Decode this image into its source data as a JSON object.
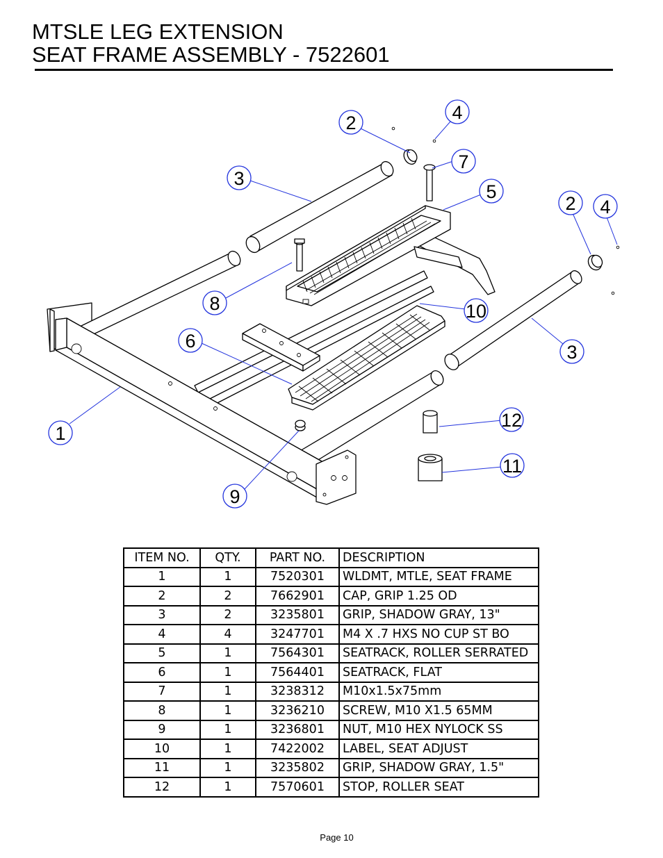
{
  "header": {
    "title_line1": "MTSLE LEG EXTENSION",
    "title_line2": "SEAT FRAME ASSEMBLY - 7522601"
  },
  "callouts": [
    "2",
    "4",
    "7",
    "3",
    "5",
    "2",
    "4",
    "8",
    "10",
    "6",
    "3",
    "12",
    "1",
    "11",
    "9"
  ],
  "bom": {
    "headers": [
      "ITEM NO.",
      "QTY.",
      "PART NO.",
      "DESCRIPTION"
    ],
    "rows": [
      [
        "1",
        "1",
        "7520301",
        "WLDMT, MTLE, SEAT FRAME"
      ],
      [
        "2",
        "2",
        "7662901",
        "CAP, GRIP 1.25 OD"
      ],
      [
        "3",
        "2",
        "3235801",
        "GRIP, SHADOW GRAY, 13\""
      ],
      [
        "4",
        "4",
        "3247701",
        "M4 X .7 HXS NO CUP ST BO"
      ],
      [
        "5",
        "1",
        "7564301",
        "SEATRACK, ROLLER SERRATED"
      ],
      [
        "6",
        "1",
        "7564401",
        "SEATRACK, FLAT"
      ],
      [
        "7",
        "1",
        "3238312",
        "M10x1.5x75mm"
      ],
      [
        "8",
        "1",
        "3236210",
        "SCREW, M10 X1.5 65MM"
      ],
      [
        "9",
        "1",
        "3236801",
        "NUT, M10 HEX  NYLOCK SS"
      ],
      [
        "10",
        "1",
        "7422002",
        "LABEL, SEAT ADJUST"
      ],
      [
        "11",
        "1",
        "3235802",
        "GRIP, SHADOW GRAY, 1.5\""
      ],
      [
        "12",
        "1",
        "7570601",
        "STOP, ROLLER SEAT"
      ]
    ]
  },
  "footer": {
    "page_label": "Page 10"
  }
}
